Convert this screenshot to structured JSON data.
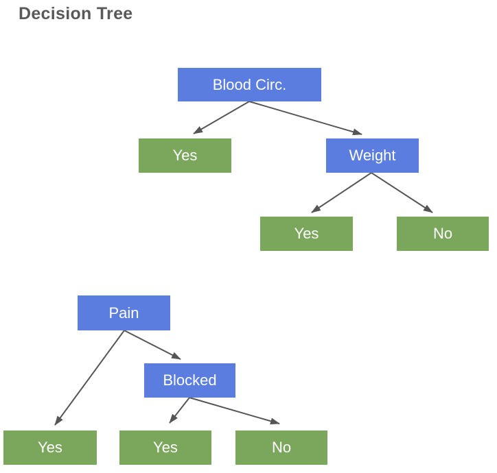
{
  "title": "Decision Tree",
  "colors": {
    "decision_box": "#5b7de0",
    "leaf_box": "#7aa75c",
    "arrow": "#555555",
    "box_text": "#ffffff",
    "title_text": "#595959",
    "background": "#ffffff"
  },
  "nodes": [
    {
      "label": "Blood Circ.",
      "type": "decision",
      "tree": 1
    },
    {
      "label": "Yes",
      "type": "leaf",
      "tree": 1
    },
    {
      "label": "Weight",
      "type": "decision",
      "tree": 1
    },
    {
      "label": "Yes",
      "type": "leaf",
      "tree": 1
    },
    {
      "label": "No",
      "type": "leaf",
      "tree": 1
    },
    {
      "label": "Pain",
      "type": "decision",
      "tree": 2
    },
    {
      "label": "Blocked",
      "type": "decision",
      "tree": 2
    },
    {
      "label": "Yes",
      "type": "leaf",
      "tree": 2
    },
    {
      "label": "Yes",
      "type": "leaf",
      "tree": 2
    },
    {
      "label": "No",
      "type": "leaf",
      "tree": 2
    }
  ],
  "edges": [
    {
      "from": "Blood Circ.",
      "to": "Yes"
    },
    {
      "from": "Blood Circ.",
      "to": "Weight"
    },
    {
      "from": "Weight",
      "to": "Yes"
    },
    {
      "from": "Weight",
      "to": "No"
    },
    {
      "from": "Pain",
      "to": "Yes"
    },
    {
      "from": "Pain",
      "to": "Blocked"
    },
    {
      "from": "Blocked",
      "to": "Yes"
    },
    {
      "from": "Blocked",
      "to": "No"
    }
  ]
}
